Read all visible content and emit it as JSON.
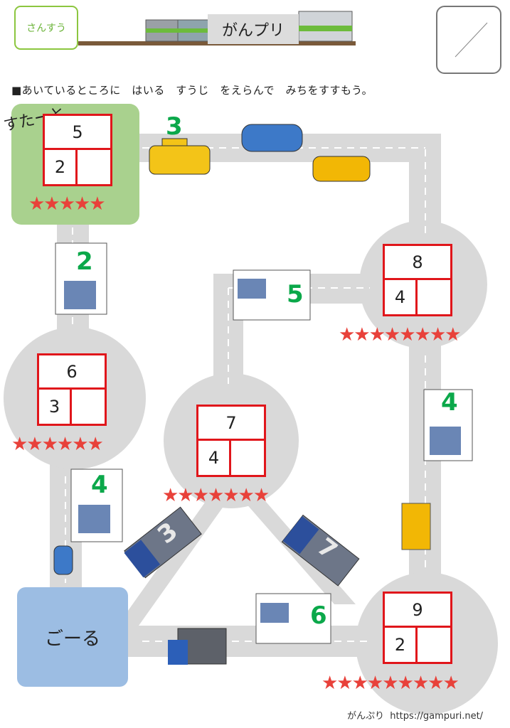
{
  "header": {
    "subject": "さんすう",
    "title": "がんプリ"
  },
  "instruction": "■あいているところに　はいる　すうじ　をえらんで　みちをすすもう。",
  "start_label": "すたーと",
  "goal_label": "ごーる",
  "footer": {
    "logo": "がんぷり",
    "url": "https://gampuri.net/"
  },
  "boxes": [
    {
      "id": "start",
      "total": "5",
      "part": "2",
      "stars": "★★★★★"
    },
    {
      "id": "left",
      "total": "6",
      "part": "3",
      "stars": "★★★★★★"
    },
    {
      "id": "center",
      "total": "7",
      "part": "4",
      "stars": "★★★★★★★"
    },
    {
      "id": "right-top",
      "total": "8",
      "part": "4",
      "stars": "★★★★★★★★"
    },
    {
      "id": "right-bottom",
      "total": "9",
      "part": "2",
      "stars": "★★★★★★★★★"
    }
  ],
  "road_numbers": [
    "3",
    "2",
    "5",
    "4",
    "4",
    "3",
    "7",
    "6"
  ],
  "colors": {
    "road": "#d9d9d9",
    "red": "#e0161b",
    "green": "#0ba84a",
    "start": "#a9d18e",
    "goal": "#9cbde3"
  }
}
